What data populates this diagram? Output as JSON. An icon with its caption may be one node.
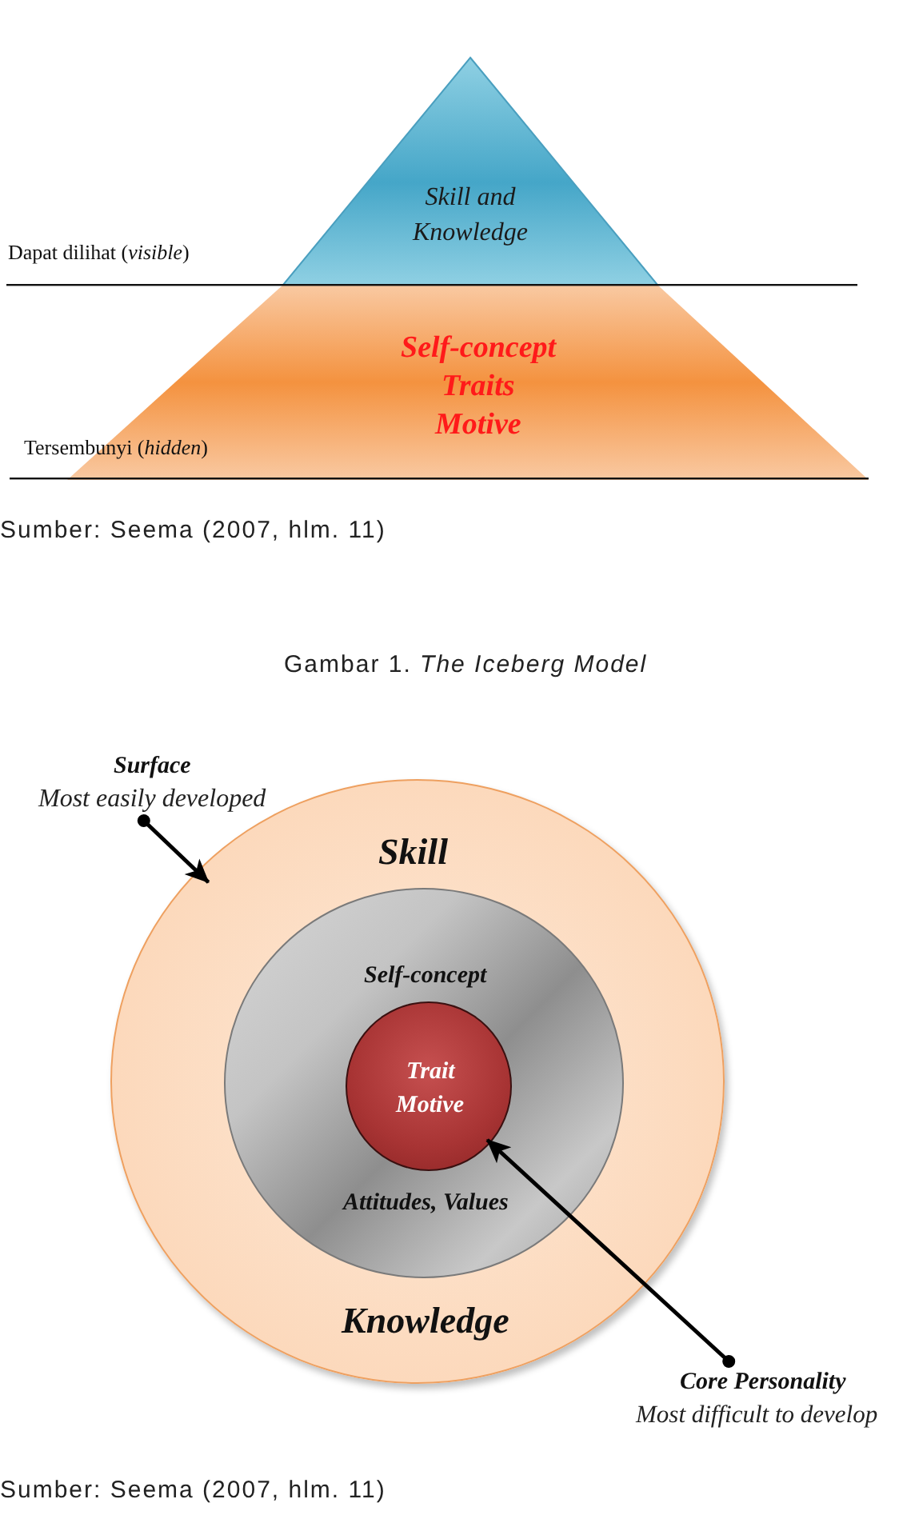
{
  "diagram": {
    "caption": "Gambar 1. *The Iceberg Model*",
    "nodes": [
      {
        "text": [
          "Skill and Knowledge"
        ]
      },
      {
        "text": [
          "Self-concept",
          "Traits",
          "Motive"
        ]
      },
      {
        "text": [
          "Surface",
          "Most easily developed"
        ]
      },
      {
        "text": [
          "Skill",
          "Knowledge"
        ]
      },
      {
        "text": [
          "Self-concept",
          "Attitudes, Values"
        ],
        "in": 3
      },
      {
        "text": [
          "Trait",
          "Motive"
        ],
        "in": 4
      },
      {
        "text": [
          "Core Personality",
          "Most difficult to develop"
        ]
      }
    ],
    "edges": [
      {
        "from": 2,
        "to": 3,
        "arrow": "to"
      },
      {
        "from": 6,
        "to": 5,
        "arrow": "to"
      }
    ],
    "labels": [
      "Dapat dilihat (*visible*)",
      "Tersembunyi (*hidden*)",
      "Sumber: Seema (2007, hlm. 11)",
      "Sumber: Seema (2007, hlm. 11)"
    ]
  }
}
